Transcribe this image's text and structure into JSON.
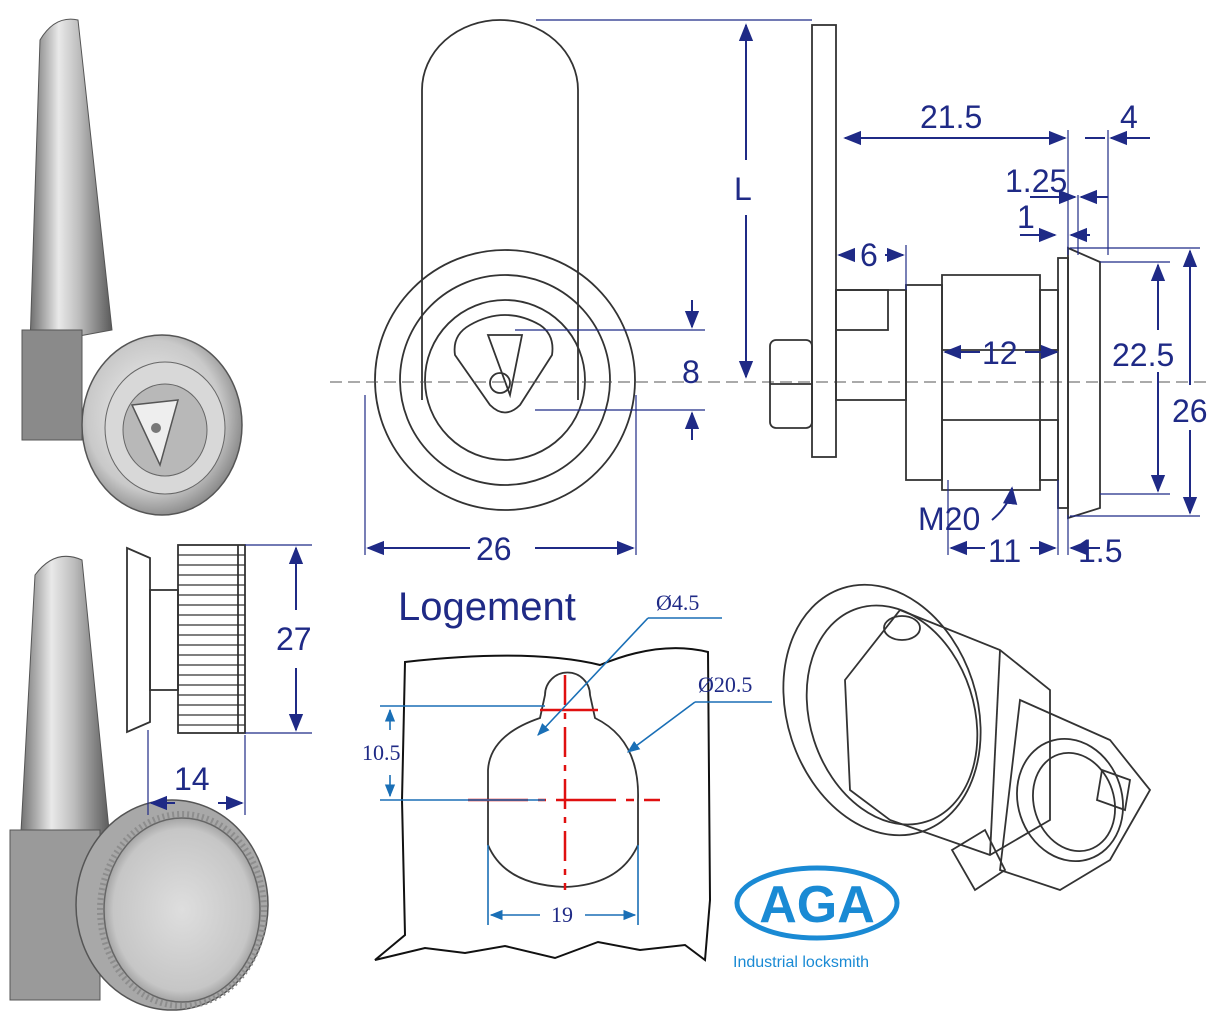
{
  "dimensions": {
    "top_view_width": "26",
    "triangle_height": "8",
    "length_L": "L",
    "body_length": "21.5",
    "flange_thickness": "4",
    "flange_step": "1.25",
    "lip": "1",
    "stem": "6",
    "nut_flat": "12",
    "body_dia": "22.5",
    "flange_dia": "26",
    "thread": "M20",
    "thread_len": "11",
    "rim": "1.5",
    "knob_dia": "27",
    "knob_len": "14"
  },
  "logement": {
    "title": "Logement",
    "pin_dia": "Ø4.5",
    "bore_dia": "Ø20.5",
    "offset": "10.5",
    "flat_width": "19"
  },
  "brand": {
    "logo_text": "AGA",
    "tagline": "Industrial locksmith",
    "color": "#1a8ad4"
  }
}
